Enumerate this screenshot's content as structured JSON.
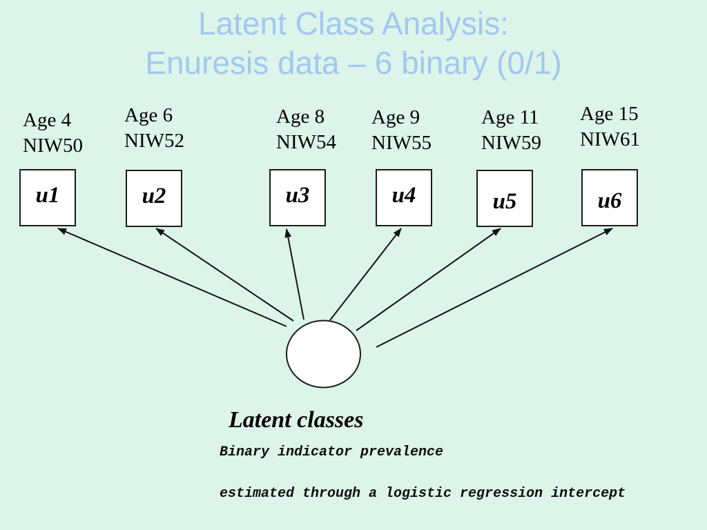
{
  "slide": {
    "title_line1": "Latent Class Analysis:",
    "title_line2": "Enuresis data – 6 binary (0/1)",
    "title_color": "#a2c8ef",
    "background_color": "#dcf4ea"
  },
  "indicators": [
    {
      "age": "Age 4",
      "code": "NIW50",
      "u": "u1"
    },
    {
      "age": "Age 6",
      "code": "NIW52",
      "u": "u2"
    },
    {
      "age": "Age 8",
      "code": "NIW54",
      "u": "u3"
    },
    {
      "age": "Age 9",
      "code": "NIW55",
      "u": "u4"
    },
    {
      "age": "Age 11",
      "code": "NIW59",
      "u": "u5"
    },
    {
      "age": "Age 15",
      "code": "NIW61",
      "u": "u6"
    }
  ],
  "latent": {
    "label": "Latent classes",
    "note_line1": "Binary indicator prevalence",
    "note_line2": "estimated through a logistic regression intercept"
  },
  "diagram": {
    "latent_node_shape": "ellipse",
    "indicator_node_shape": "square",
    "edges": [
      {
        "from": "latent-class-circle",
        "to": "u1"
      },
      {
        "from": "latent-class-circle",
        "to": "u2"
      },
      {
        "from": "latent-class-circle",
        "to": "u3"
      },
      {
        "from": "latent-class-circle",
        "to": "u4"
      },
      {
        "from": "latent-class-circle",
        "to": "u5"
      },
      {
        "from": "latent-class-circle",
        "to": "u6"
      }
    ],
    "edge_color": "#111111",
    "node_fill": "#ffffff",
    "node_border": "#1a1a1a"
  }
}
